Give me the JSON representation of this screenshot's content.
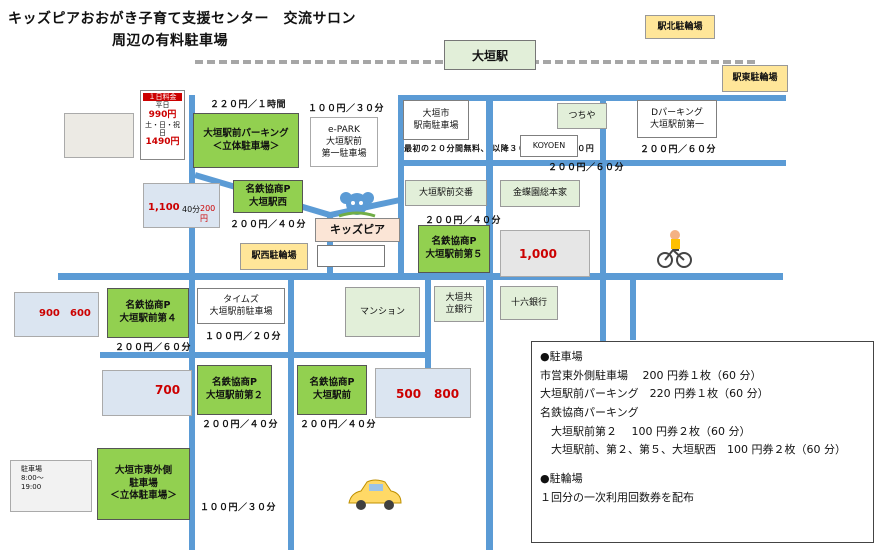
{
  "header": {
    "title": "キッズピアおおがき子育て支援センター　交流サロン",
    "subtitle": "周辺の有料駐車場"
  },
  "station": {
    "name": "大垣駅"
  },
  "bike_parks": {
    "north": "駅北駐輪場",
    "east": "駅東駐輪場",
    "west": "駅西駐輪場"
  },
  "facility": {
    "name": "キッズピア"
  },
  "lots": {
    "ogaki_ekimae_parking": {
      "name": "大垣駅前パーキング\n＜立体駐車場＞",
      "price": "２２０円／１時間"
    },
    "e_park": {
      "name": "e-PARK\n大垣駅前\n第一駐車場",
      "price": "１００円／３０分"
    },
    "meitetsu_nishi": {
      "name": "名鉄協商P\n大垣駅西",
      "price": "２００円／４０分"
    },
    "ogaki_shi_ekinan": {
      "name": "大垣市\n駅南駐車場",
      "price": "最初の２０分間無料、\n以降３０分ごとに１５０円"
    },
    "koyoen": {
      "name": "KOYOEN",
      "price": "２００円／６０分"
    },
    "d_parking": {
      "name": "Dパーキング\n大垣駅前第一",
      "price": "２００円／６０分"
    },
    "meitetsu_5": {
      "name": "名鉄協商P\n大垣駅前第５",
      "price": "２００円／４０分"
    },
    "meitetsu_4": {
      "name": "名鉄協商P\n大垣駅前第４",
      "price": "２００円／６０分"
    },
    "times": {
      "name": "タイムズ\n大垣駅前駐車場",
      "price": "１００円／２０分"
    },
    "meitetsu_2": {
      "name": "名鉄協商P\n大垣駅前第２",
      "price": "２００円／４０分"
    },
    "meitetsu_ekimae": {
      "name": "名鉄協商P\n大垣駅前",
      "price": "２００円／４０分"
    },
    "shiei_higashi": {
      "name": "大垣市東外側\n駐車場\n＜立体駐車場＞",
      "price": "１００円／３０分"
    }
  },
  "landmarks": {
    "tsuchiya": "つちや",
    "ogaki_ekimae_koban": "大垣駅前交番",
    "kinkyoen": "金蝶園総本家",
    "mansion": "マンション",
    "ogaki_kyoritsu": "大垣共\n立銀行",
    "juroku": "十六銀行"
  },
  "photos": {
    "p1_lines": [
      "１日料金",
      "平日",
      "990円",
      "土・日・祝日",
      "1490円"
    ],
    "p2_price": "1,100",
    "p2_small": [
      "40分",
      "200円"
    ],
    "p3_price": "1,000",
    "p4_prices": [
      "900",
      "600"
    ],
    "p5_price": "700",
    "p6_prices": [
      "500",
      "800"
    ],
    "p7_lines": [
      "駐車場",
      "8:00～",
      "19:00"
    ]
  },
  "legend": {
    "heading1": "●駐車場",
    "rows": [
      "市営東外側駐車場　 200 円券１枚（60 分）",
      "大垣駅前パーキング　220 円券１枚（60 分）",
      "名鉄協商パーキング",
      "　大垣駅前第２　 100 円券２枚（60 分）",
      "　大垣駅前、第２、第５、大垣駅西　100 円券２枚（60 分）"
    ],
    "heading2": "●駐輪場",
    "note": "１回分の一次利用回数券を配布"
  },
  "colors": {
    "road": "#5b9bd5",
    "lot_green": "#92d050",
    "bike_yellow": "#ffe699",
    "landmark": "#e2efd9"
  }
}
